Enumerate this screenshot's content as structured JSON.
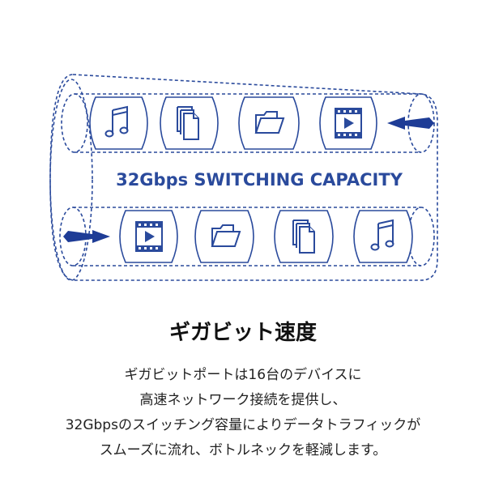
{
  "diagram": {
    "capacity_label": "32Gbps SWITCHING CAPACITY",
    "top_pipe_icons": [
      "music-icon",
      "documents-icon",
      "folder-icon",
      "video-icon"
    ],
    "bottom_pipe_icons": [
      "video-icon",
      "folder-icon",
      "documents-icon",
      "music-icon"
    ],
    "top_arrow_direction": "left",
    "bottom_arrow_direction": "right",
    "accent_color": "#1e3c96"
  },
  "heading": "ギガビット速度",
  "description_lines": [
    "ギガビットポートは16台のデバイスに",
    "高速ネットワーク接続を提供し、",
    "32Gbpsのスイッチング容量によりデータトラフィックが",
    "スムーズに流れ、ボトルネックを軽減します。"
  ]
}
